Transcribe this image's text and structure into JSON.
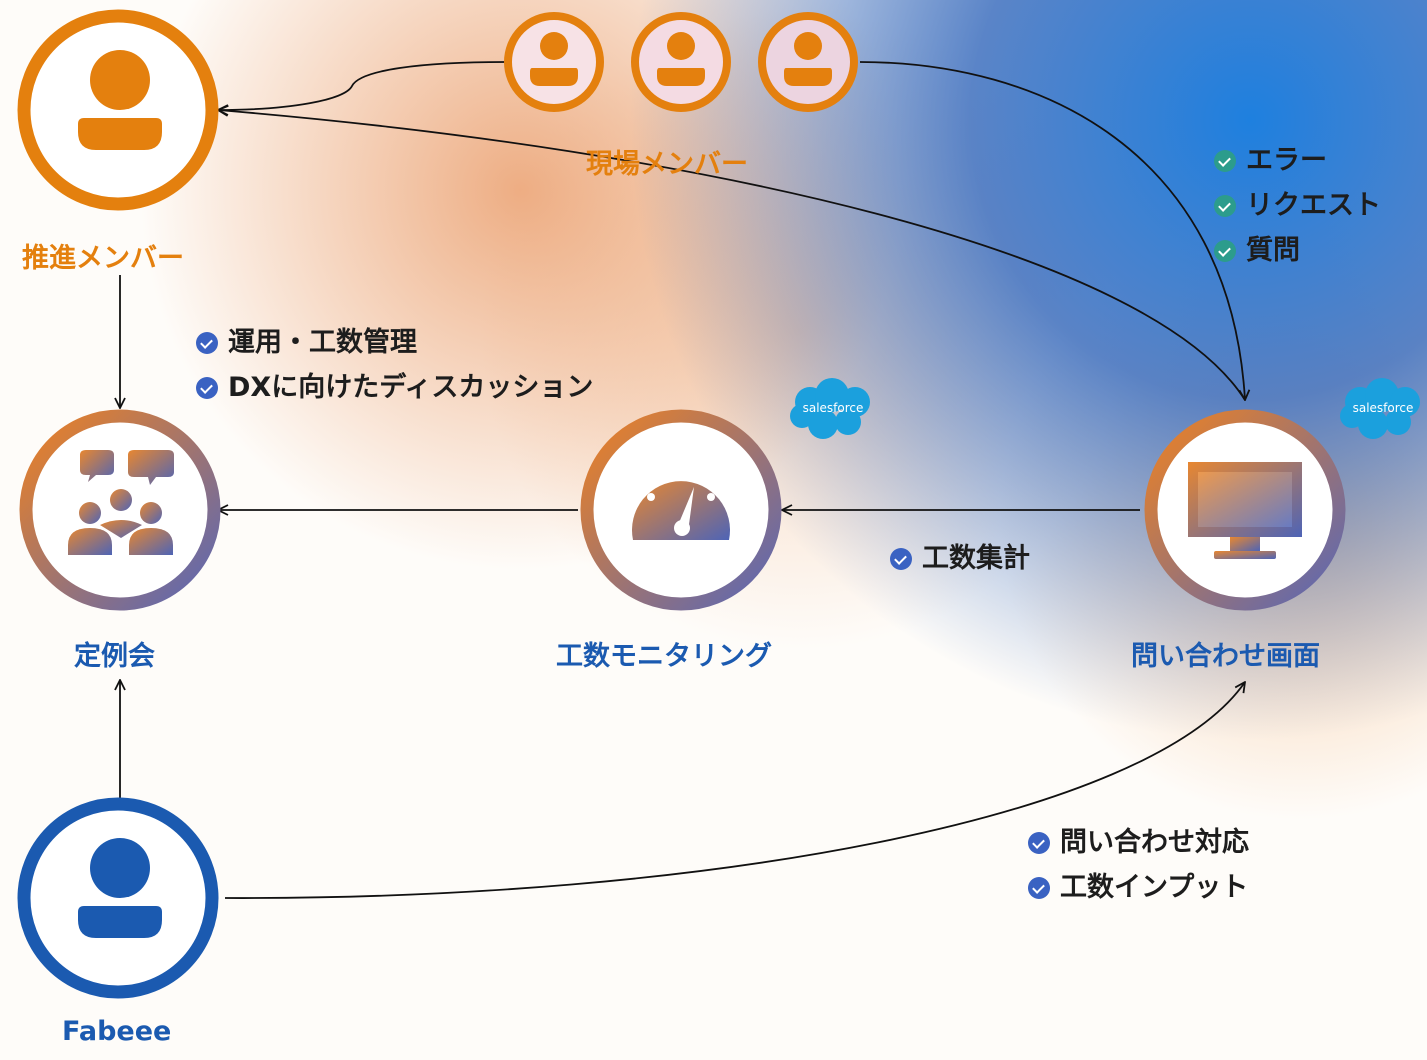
{
  "nodes": {
    "promoter": {
      "label": "推進メンバー"
    },
    "field": {
      "label": "現場メンバー"
    },
    "meeting": {
      "label": "定例会"
    },
    "monitoring": {
      "label": "工数モニタリング"
    },
    "inquiry": {
      "label": "問い合わせ画面"
    },
    "fabeee": {
      "label": "Fabeee"
    }
  },
  "checklists": {
    "meeting_items": [
      "運用・工数管理",
      "DXに向けたディスカッション"
    ],
    "inquiry_types": [
      "エラー",
      "リクエスト",
      "質問"
    ],
    "aggregation": [
      "工数集計"
    ],
    "fabeee_tasks": [
      "問い合わせ対応",
      "工数インプット"
    ]
  },
  "badges": {
    "salesforce": "salesforce"
  },
  "colors": {
    "orange": "#e4800e",
    "blue": "#1b5ab0",
    "purple": "#6a65b1",
    "check_blue": "#3a62c2",
    "check_teal": "#2c9c8c"
  },
  "icons": {
    "promoter": "person-icon",
    "field": "person-icon",
    "meeting": "group-discussion-icon",
    "monitoring": "gauge-icon",
    "inquiry": "monitor-icon",
    "fabeee": "person-icon",
    "salesforce": "cloud-icon"
  }
}
